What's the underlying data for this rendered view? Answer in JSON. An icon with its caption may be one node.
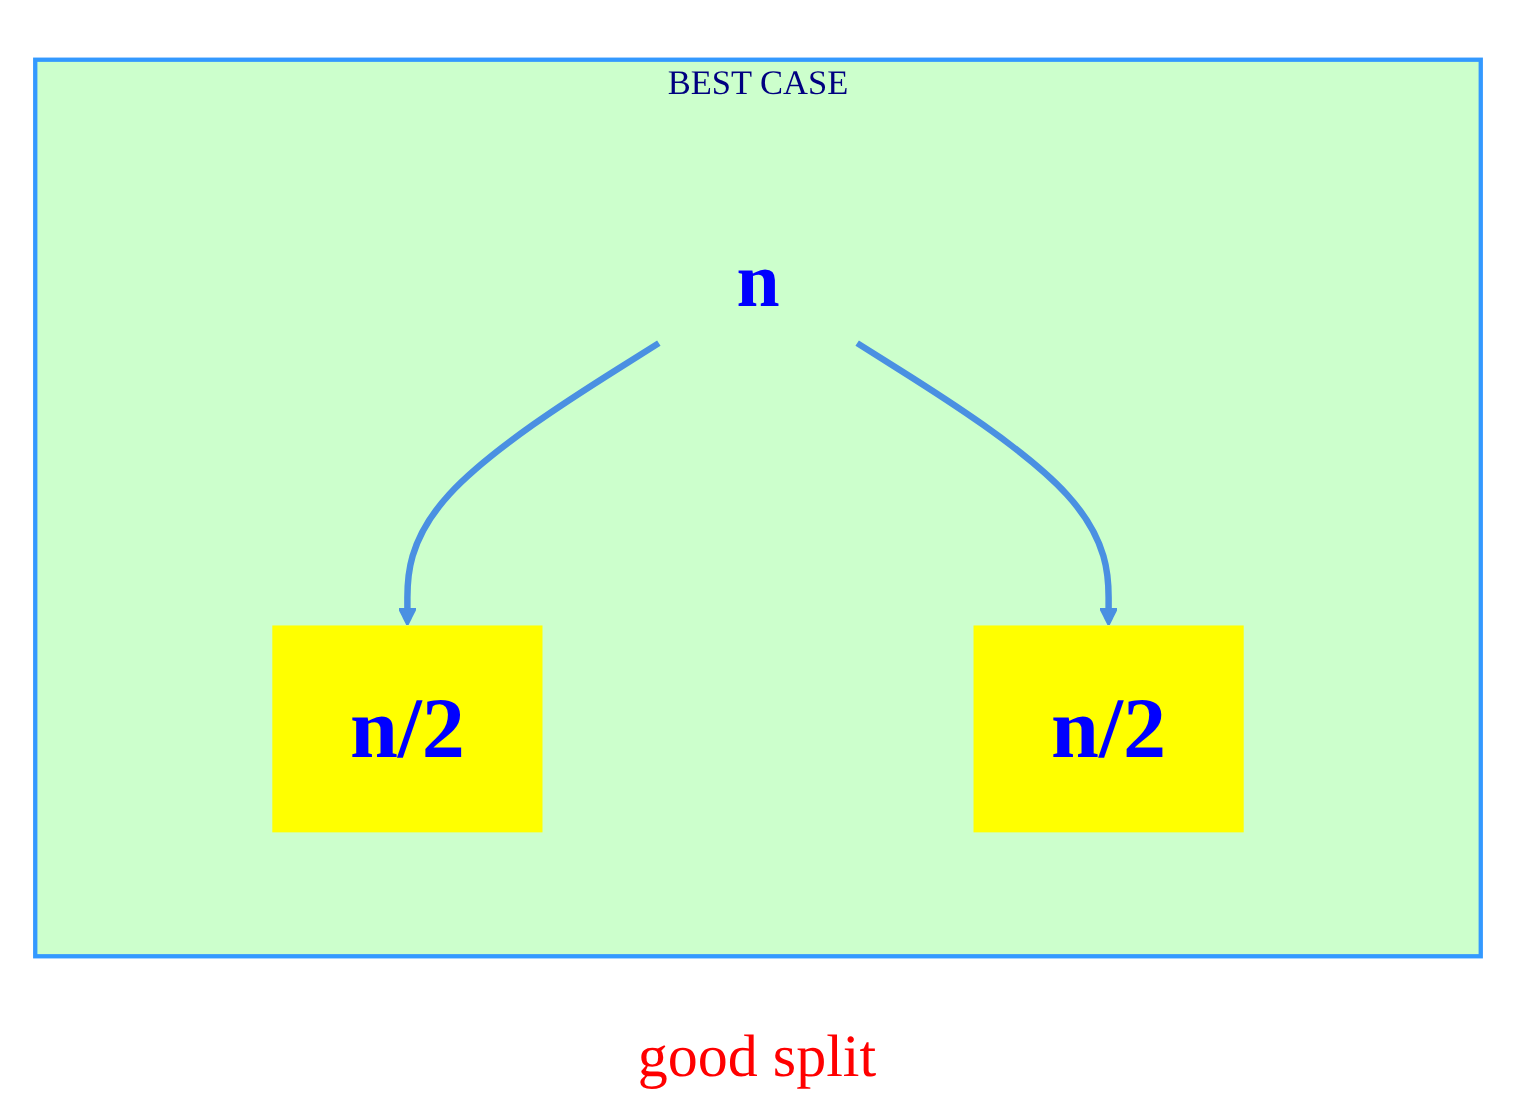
{
  "diagram": {
    "nodes": [
      {
        "text": [
          "BEST CASE"
        ]
      },
      {
        "text": [
          "n"
        ],
        "in": 0
      },
      {
        "text": [
          "n/2"
        ],
        "in": 0
      },
      {
        "text": [
          "n/2"
        ],
        "in": 0
      }
    ],
    "edges": [
      {
        "from": 1,
        "to": 2,
        "arrow": "to"
      },
      {
        "from": 1,
        "to": 3,
        "arrow": "to"
      }
    ],
    "labels": [
      "good split"
    ]
  }
}
